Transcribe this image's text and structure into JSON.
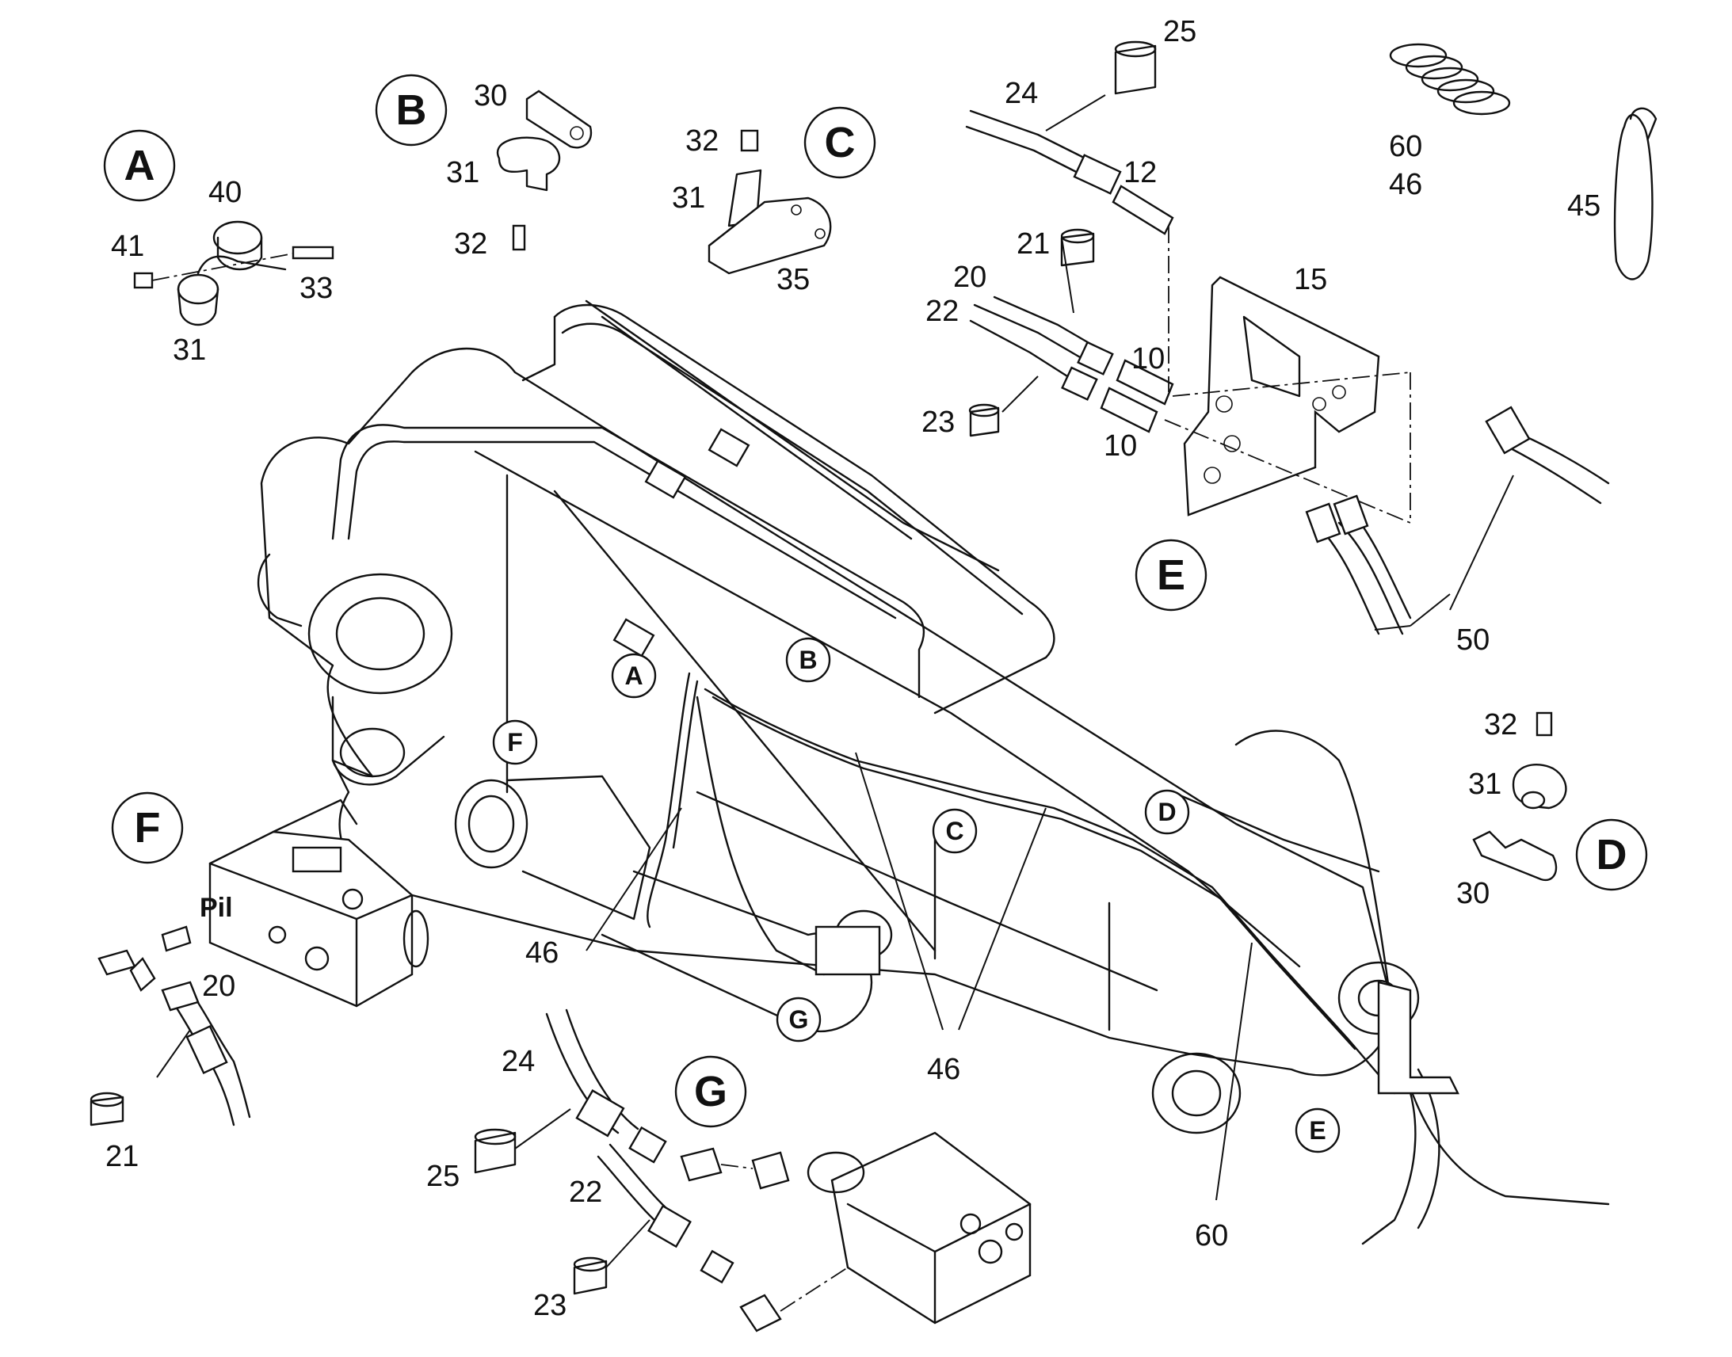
{
  "detail_callouts": [
    {
      "id": "A",
      "label": "A"
    },
    {
      "id": "B",
      "label": "B"
    },
    {
      "id": "C",
      "label": "C"
    },
    {
      "id": "D",
      "label": "D"
    },
    {
      "id": "E",
      "label": "E"
    },
    {
      "id": "F",
      "label": "F"
    },
    {
      "id": "G",
      "label": "G"
    }
  ],
  "location_markers": [
    {
      "id": "A",
      "label": "A"
    },
    {
      "id": "B",
      "label": "B"
    },
    {
      "id": "C",
      "label": "C"
    },
    {
      "id": "D",
      "label": "D"
    },
    {
      "id": "E",
      "label": "E"
    },
    {
      "id": "F",
      "label": "F"
    },
    {
      "id": "G",
      "label": "G"
    }
  ],
  "part_numbers": {
    "detail_a": [
      "40",
      "41",
      "33",
      "31"
    ],
    "detail_b": [
      "30",
      "31",
      "32"
    ],
    "detail_c": [
      "32",
      "31",
      "35"
    ],
    "detail_d": [
      "32",
      "31",
      "30"
    ],
    "detail_e": [
      "25",
      "24",
      "12",
      "21",
      "20",
      "22",
      "23",
      "10",
      "10",
      "15",
      "50"
    ],
    "detail_f": [
      "20",
      "21"
    ],
    "detail_g": [
      "24",
      "25",
      "22",
      "23"
    ],
    "misc": [
      "60",
      "46",
      "45"
    ],
    "main": [
      "46",
      "46",
      "60"
    ]
  },
  "port_label": "Pil"
}
